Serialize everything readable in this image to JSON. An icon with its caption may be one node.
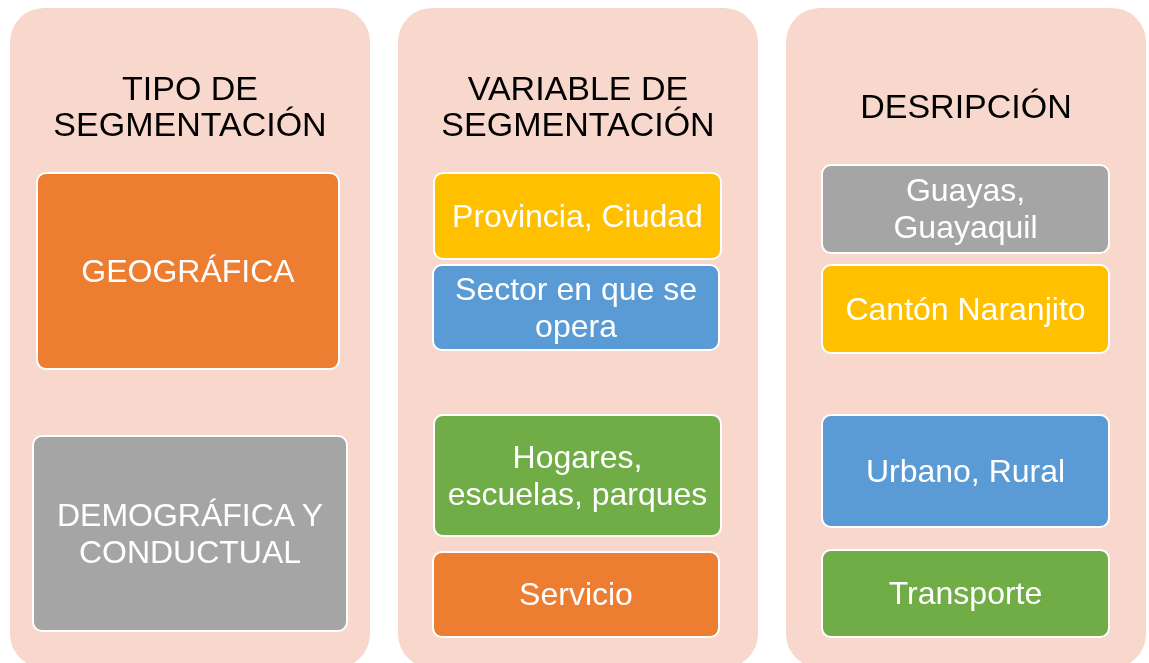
{
  "diagram": {
    "nodes": [
      {
        "text": [
          "TIPO DE SEGMENTACIÓN"
        ]
      },
      {
        "text": [
          "GEOGRÁFICA"
        ],
        "in": 0
      },
      {
        "text": [
          "DEMOGRÁFICA Y CONDUCTUAL"
        ],
        "in": 0
      },
      {
        "text": [
          "VARIABLE DE SEGMENTACIÓN"
        ]
      },
      {
        "text": [
          "Provincia, Ciudad"
        ],
        "in": 3
      },
      {
        "text": [
          "Sector en que se opera"
        ],
        "in": 3
      },
      {
        "text": [
          "Hogares, escuelas, parques"
        ],
        "in": 3
      },
      {
        "text": [
          "Servicio"
        ],
        "in": 3
      },
      {
        "text": [
          "DESRIPCIÓN"
        ]
      },
      {
        "text": [
          "Guayas, Guayaquil"
        ],
        "in": 8
      },
      {
        "text": [
          "Cantón Naranjito"
        ],
        "in": 8
      },
      {
        "text": [
          "Urbano, Rural"
        ],
        "in": 8
      },
      {
        "text": [
          "Transporte"
        ],
        "in": 8
      }
    ],
    "edges": []
  }
}
